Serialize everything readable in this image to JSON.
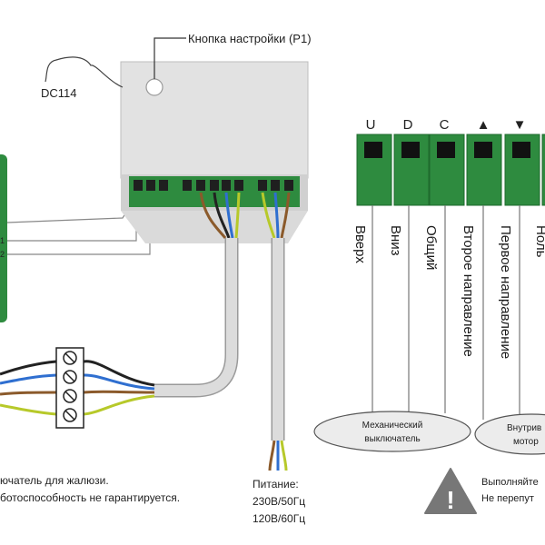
{
  "device": {
    "button_label": "Кнопка настройки (P1)",
    "model": "DC114"
  },
  "left_panel": {
    "input_1": "1",
    "input_2": "2"
  },
  "terminals": {
    "top_letters": [
      "U",
      "D",
      "C"
    ],
    "arrow_up": "▲",
    "arrow_down": "▼",
    "labels": [
      "Вверх",
      "Вниз",
      "Общий",
      "Второе направление",
      "Первое направление",
      "Ноль"
    ]
  },
  "ovals": {
    "mech_switch_line1": "Механический",
    "mech_switch_line2": "выключатель",
    "motor_line1": "Внутрив",
    "motor_line2": "мотор"
  },
  "power": {
    "title": "Питание:",
    "line1": "230В/50Гц",
    "line2": "120В/60Гц"
  },
  "note": {
    "line1": "ючатель для жалюзи.",
    "line2": "ботоспособность не гарантируется."
  },
  "warning": {
    "symbol": "!",
    "line1": "Выполняйте",
    "line2": "Не перепут"
  },
  "colors": {
    "terminal_green": "#2e8b3f",
    "module_grey": "#e2e2e2",
    "wire_brown": "#8b5a2b",
    "wire_blue": "#2f6fd0",
    "wire_yellow_green": "#b7c92a"
  }
}
